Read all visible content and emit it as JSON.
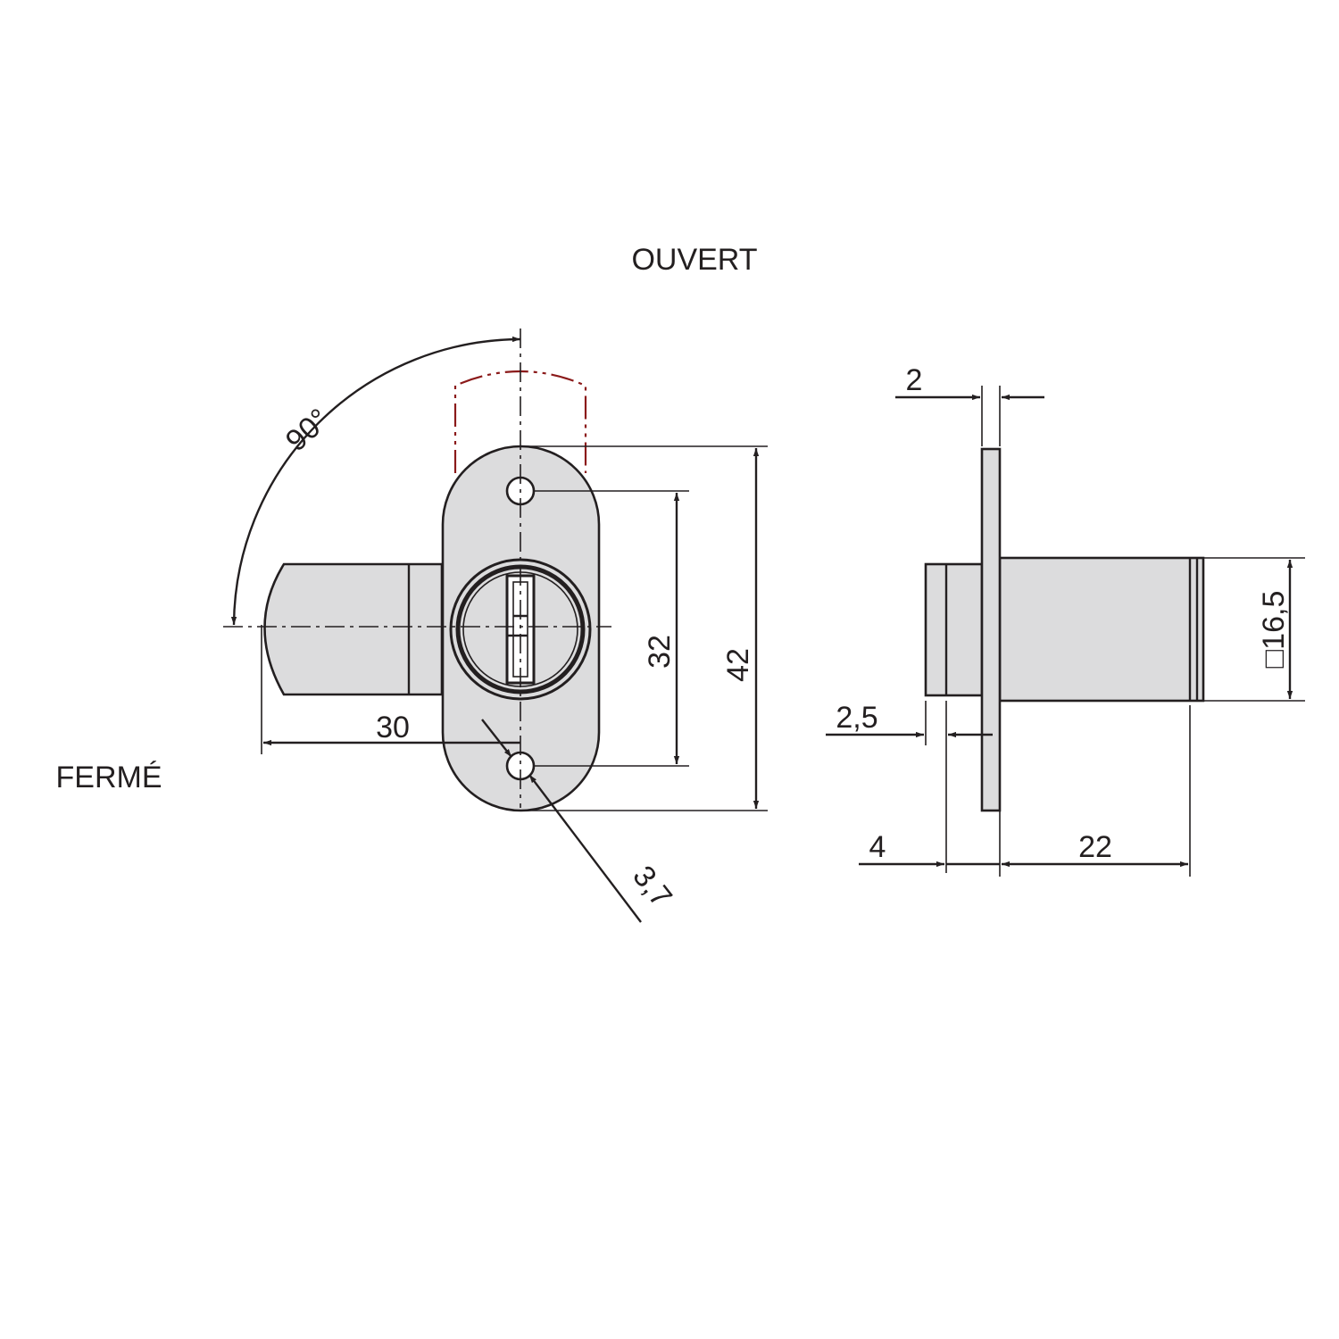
{
  "labels": {
    "state_open": "OUVERT",
    "state_closed": "FERMÉ"
  },
  "dimensions": {
    "angle": "90°",
    "bolt_length": "30",
    "hole_spacing": "32",
    "plate_height": "42",
    "hole_diameter": "3,7",
    "plate_thickness": "2",
    "bolt_offset": "2,5",
    "bolt_depth": "4",
    "body_length": "22",
    "body_square": "□16,5"
  },
  "colors": {
    "line": "#231f20",
    "fill": "#dcdcdd",
    "phantom": "#8b1a1a"
  }
}
